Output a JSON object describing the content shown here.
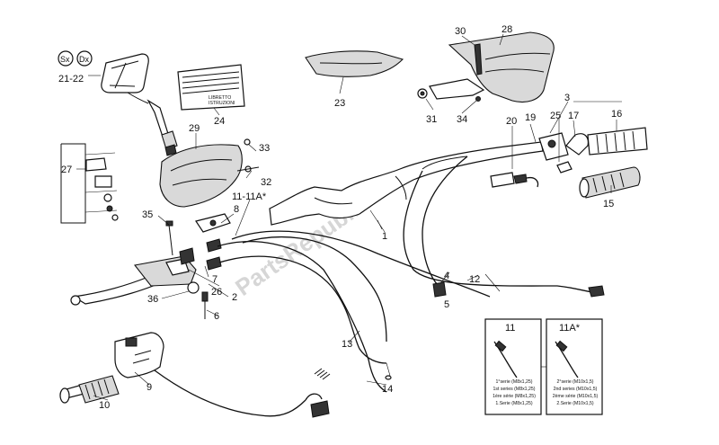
{
  "watermark": "PartsRepublik",
  "callouts": {
    "c1": "1",
    "c2": "2",
    "c3": "3",
    "c4": "4",
    "c5": "5",
    "c6": "6",
    "c7": "7",
    "c8": "8",
    "c9": "9",
    "c10": "10",
    "c11_11a": "11-11A*",
    "c12": "12",
    "c13": "13",
    "c14": "14",
    "c15": "15",
    "c16": "16",
    "c17": "17",
    "c19": "19",
    "c20": "20",
    "c21_22": "21-22",
    "c23": "23",
    "c24": "24",
    "c25": "25",
    "c26": "26",
    "c27": "27",
    "c28": "28",
    "c29": "29",
    "c30": "30",
    "c31": "31",
    "c32": "32",
    "c33": "33",
    "c34": "34",
    "c35": "35",
    "c36": "36"
  },
  "mirror_badges": {
    "left": "Sx",
    "right": "Dx"
  },
  "manual_label": [
    "LIBRETTO",
    "ISTRUZIONI"
  ],
  "inset": {
    "left": {
      "number": "11",
      "notes": [
        "1°serie (M8x1,25)",
        "1st series (M8x1,25)",
        "1ère série (M8x1,25)",
        "1.Serie (M8x1,25)"
      ]
    },
    "right": {
      "number": "11A*",
      "notes": [
        "2°serie (M10x1,5)",
        "2nd series (M10x1,5)",
        "2ème série (M10x1,5)",
        "2.Serie (M10x1,5)"
      ]
    }
  }
}
